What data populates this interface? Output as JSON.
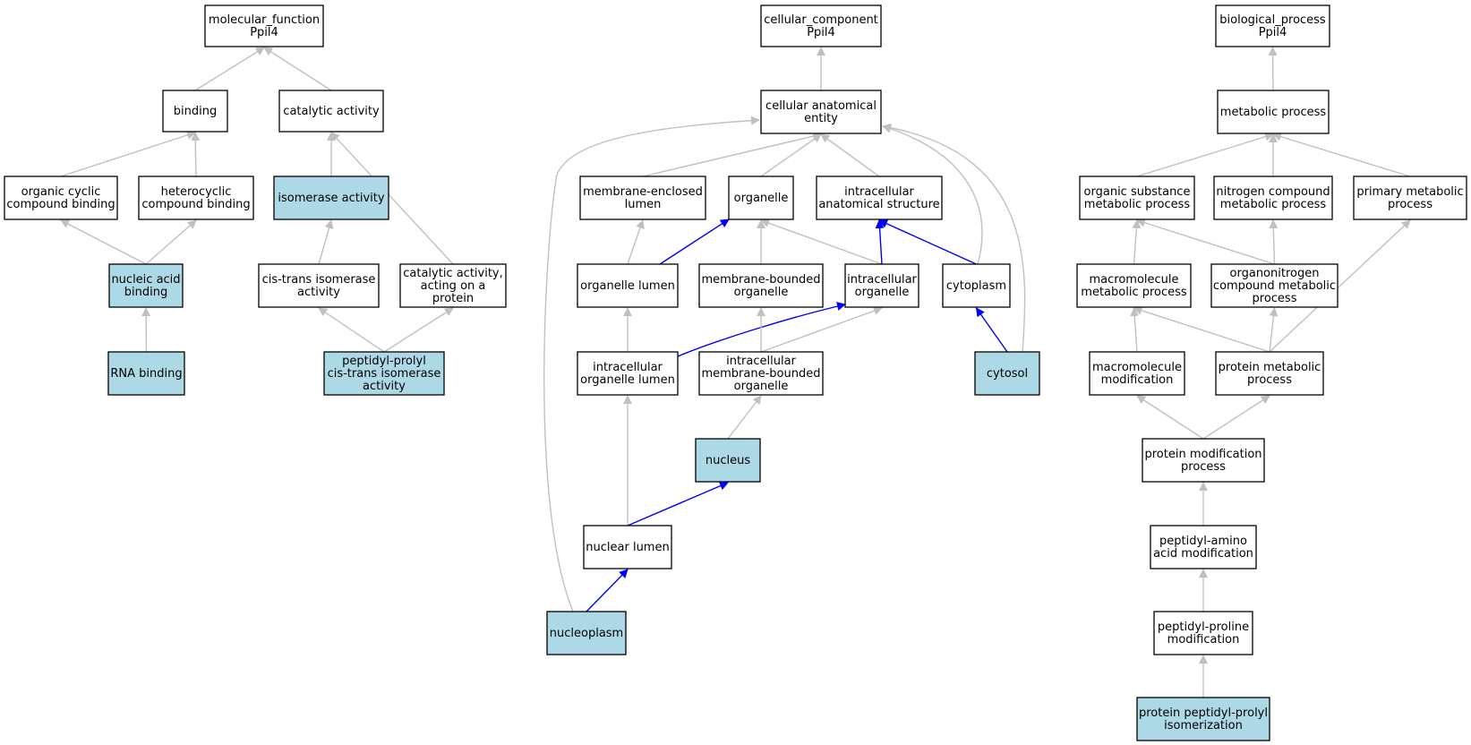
{
  "colors": {
    "highlight_fill": "#add8e6",
    "default_fill": "#ffffff",
    "edge_gray": "#c0c0c0",
    "edge_blue": "#0000ff"
  },
  "nodes": [
    {
      "id": "mf_root",
      "lines": [
        "molecular_function",
        "Ppil4"
      ],
      "highlight": false
    },
    {
      "id": "binding",
      "lines": [
        "binding"
      ],
      "highlight": false
    },
    {
      "id": "catalytic_activity",
      "lines": [
        "catalytic activity"
      ],
      "highlight": false
    },
    {
      "id": "organic_cyclic_binding",
      "lines": [
        "organic cyclic",
        "compound binding"
      ],
      "highlight": false
    },
    {
      "id": "heterocyclic_binding",
      "lines": [
        "heterocyclic",
        "compound binding"
      ],
      "highlight": false
    },
    {
      "id": "isomerase_activity",
      "lines": [
        "isomerase activity"
      ],
      "highlight": true
    },
    {
      "id": "nucleic_acid_binding",
      "lines": [
        "nucleic acid",
        "binding"
      ],
      "highlight": true
    },
    {
      "id": "cis_trans_isomerase",
      "lines": [
        "cis-trans isomerase",
        "activity"
      ],
      "highlight": false
    },
    {
      "id": "catalytic_on_protein",
      "lines": [
        "catalytic activity,",
        "acting on a",
        "protein"
      ],
      "highlight": false
    },
    {
      "id": "rna_binding",
      "lines": [
        "RNA binding"
      ],
      "highlight": true
    },
    {
      "id": "ppiase_activity",
      "lines": [
        "peptidyl-prolyl",
        "cis-trans isomerase",
        "activity"
      ],
      "highlight": true
    },
    {
      "id": "cc_root",
      "lines": [
        "cellular_component",
        "Ppil4"
      ],
      "highlight": false
    },
    {
      "id": "cellular_anatomical_entity",
      "lines": [
        "cellular anatomical",
        "entity"
      ],
      "highlight": false
    },
    {
      "id": "membrane_enclosed_lumen",
      "lines": [
        "membrane-enclosed",
        "lumen"
      ],
      "highlight": false
    },
    {
      "id": "organelle",
      "lines": [
        "organelle"
      ],
      "highlight": false
    },
    {
      "id": "intracellular_anatomical_structure",
      "lines": [
        "intracellular",
        "anatomical structure"
      ],
      "highlight": false
    },
    {
      "id": "organelle_lumen",
      "lines": [
        "organelle lumen"
      ],
      "highlight": false
    },
    {
      "id": "membrane_bounded_organelle",
      "lines": [
        "membrane-bounded",
        "organelle"
      ],
      "highlight": false
    },
    {
      "id": "intracellular_organelle",
      "lines": [
        "intracellular",
        "organelle"
      ],
      "highlight": false
    },
    {
      "id": "cytoplasm",
      "lines": [
        "cytoplasm"
      ],
      "highlight": false
    },
    {
      "id": "intracellular_organelle_lumen",
      "lines": [
        "intracellular",
        "organelle lumen"
      ],
      "highlight": false
    },
    {
      "id": "intracellular_membrane_bounded_organelle",
      "lines": [
        "intracellular",
        "membrane-bounded",
        "organelle"
      ],
      "highlight": false
    },
    {
      "id": "cytosol",
      "lines": [
        "cytosol"
      ],
      "highlight": true
    },
    {
      "id": "nucleus",
      "lines": [
        "nucleus"
      ],
      "highlight": true
    },
    {
      "id": "nuclear_lumen",
      "lines": [
        "nuclear lumen"
      ],
      "highlight": false
    },
    {
      "id": "nucleoplasm",
      "lines": [
        "nucleoplasm"
      ],
      "highlight": true
    },
    {
      "id": "bp_root",
      "lines": [
        "biological_process",
        "Ppil4"
      ],
      "highlight": false
    },
    {
      "id": "metabolic_process",
      "lines": [
        "metabolic process"
      ],
      "highlight": false
    },
    {
      "id": "organic_substance_metabolic",
      "lines": [
        "organic substance",
        "metabolic process"
      ],
      "highlight": false
    },
    {
      "id": "nitrogen_compound_metabolic",
      "lines": [
        "nitrogen compound",
        "metabolic process"
      ],
      "highlight": false
    },
    {
      "id": "primary_metabolic",
      "lines": [
        "primary metabolic",
        "process"
      ],
      "highlight": false
    },
    {
      "id": "macromolecule_metabolic",
      "lines": [
        "macromolecule",
        "metabolic process"
      ],
      "highlight": false
    },
    {
      "id": "organonitrogen_metabolic",
      "lines": [
        "organonitrogen",
        "compound metabolic",
        "process"
      ],
      "highlight": false
    },
    {
      "id": "macromolecule_modification",
      "lines": [
        "macromolecule",
        "modification"
      ],
      "highlight": false
    },
    {
      "id": "protein_metabolic",
      "lines": [
        "protein metabolic",
        "process"
      ],
      "highlight": false
    },
    {
      "id": "protein_modification",
      "lines": [
        "protein modification",
        "process"
      ],
      "highlight": false
    },
    {
      "id": "peptidyl_amino_acid_modification",
      "lines": [
        "peptidyl-amino",
        "acid modification"
      ],
      "highlight": false
    },
    {
      "id": "peptidyl_proline_modification",
      "lines": [
        "peptidyl-proline",
        "modification"
      ],
      "highlight": false
    },
    {
      "id": "protein_ppiase_isomerization",
      "lines": [
        "protein peptidyl-prolyl",
        "isomerization"
      ],
      "highlight": true
    }
  ],
  "edges": [
    {
      "from": "binding",
      "to": "mf_root",
      "color": "gray"
    },
    {
      "from": "catalytic_activity",
      "to": "mf_root",
      "color": "gray"
    },
    {
      "from": "organic_cyclic_binding",
      "to": "binding",
      "color": "gray"
    },
    {
      "from": "heterocyclic_binding",
      "to": "binding",
      "color": "gray"
    },
    {
      "from": "isomerase_activity",
      "to": "catalytic_activity",
      "color": "gray"
    },
    {
      "from": "catalytic_on_protein",
      "to": "catalytic_activity",
      "color": "gray"
    },
    {
      "from": "nucleic_acid_binding",
      "to": "organic_cyclic_binding",
      "color": "gray"
    },
    {
      "from": "nucleic_acid_binding",
      "to": "heterocyclic_binding",
      "color": "gray"
    },
    {
      "from": "cis_trans_isomerase",
      "to": "isomerase_activity",
      "color": "gray"
    },
    {
      "from": "rna_binding",
      "to": "nucleic_acid_binding",
      "color": "gray"
    },
    {
      "from": "ppiase_activity",
      "to": "cis_trans_isomerase",
      "color": "gray"
    },
    {
      "from": "ppiase_activity",
      "to": "catalytic_on_protein",
      "color": "gray"
    },
    {
      "from": "cellular_anatomical_entity",
      "to": "cc_root",
      "color": "gray"
    },
    {
      "from": "membrane_enclosed_lumen",
      "to": "cellular_anatomical_entity",
      "color": "gray"
    },
    {
      "from": "organelle",
      "to": "cellular_anatomical_entity",
      "color": "gray"
    },
    {
      "from": "intracellular_anatomical_structure",
      "to": "cellular_anatomical_entity",
      "color": "gray"
    },
    {
      "from": "cytoplasm",
      "to": "cellular_anatomical_entity",
      "color": "gray"
    },
    {
      "from": "cytosol",
      "to": "cellular_anatomical_entity",
      "color": "gray"
    },
    {
      "from": "nucleoplasm",
      "to": "cellular_anatomical_entity",
      "color": "gray"
    },
    {
      "from": "organelle_lumen",
      "to": "membrane_enclosed_lumen",
      "color": "gray"
    },
    {
      "from": "organelle_lumen",
      "to": "organelle",
      "color": "blue"
    },
    {
      "from": "membrane_bounded_organelle",
      "to": "organelle",
      "color": "gray"
    },
    {
      "from": "intracellular_organelle",
      "to": "organelle",
      "color": "gray"
    },
    {
      "from": "intracellular_organelle",
      "to": "intracellular_anatomical_structure",
      "color": "blue"
    },
    {
      "from": "cytoplasm",
      "to": "intracellular_anatomical_structure",
      "color": "blue"
    },
    {
      "from": "intracellular_organelle_lumen",
      "to": "organelle_lumen",
      "color": "gray"
    },
    {
      "from": "intracellular_organelle_lumen",
      "to": "intracellular_organelle",
      "color": "blue"
    },
    {
      "from": "intracellular_membrane_bounded_organelle",
      "to": "membrane_bounded_organelle",
      "color": "gray"
    },
    {
      "from": "intracellular_membrane_bounded_organelle",
      "to": "intracellular_organelle",
      "color": "gray"
    },
    {
      "from": "cytosol",
      "to": "cytoplasm",
      "color": "blue"
    },
    {
      "from": "nucleus",
      "to": "intracellular_membrane_bounded_organelle",
      "color": "gray"
    },
    {
      "from": "nuclear_lumen",
      "to": "intracellular_organelle_lumen",
      "color": "gray"
    },
    {
      "from": "nuclear_lumen",
      "to": "nucleus",
      "color": "blue"
    },
    {
      "from": "nucleoplasm",
      "to": "nuclear_lumen",
      "color": "blue"
    },
    {
      "from": "metabolic_process",
      "to": "bp_root",
      "color": "gray"
    },
    {
      "from": "organic_substance_metabolic",
      "to": "metabolic_process",
      "color": "gray"
    },
    {
      "from": "nitrogen_compound_metabolic",
      "to": "metabolic_process",
      "color": "gray"
    },
    {
      "from": "primary_metabolic",
      "to": "metabolic_process",
      "color": "gray"
    },
    {
      "from": "macromolecule_metabolic",
      "to": "organic_substance_metabolic",
      "color": "gray"
    },
    {
      "from": "organonitrogen_metabolic",
      "to": "organic_substance_metabolic",
      "color": "gray"
    },
    {
      "from": "organonitrogen_metabolic",
      "to": "nitrogen_compound_metabolic",
      "color": "gray"
    },
    {
      "from": "macromolecule_modification",
      "to": "macromolecule_metabolic",
      "color": "gray"
    },
    {
      "from": "protein_metabolic",
      "to": "macromolecule_metabolic",
      "color": "gray"
    },
    {
      "from": "protein_metabolic",
      "to": "organonitrogen_metabolic",
      "color": "gray"
    },
    {
      "from": "protein_metabolic",
      "to": "primary_metabolic",
      "color": "gray"
    },
    {
      "from": "protein_modification",
      "to": "macromolecule_modification",
      "color": "gray"
    },
    {
      "from": "protein_modification",
      "to": "protein_metabolic",
      "color": "gray"
    },
    {
      "from": "peptidyl_amino_acid_modification",
      "to": "protein_modification",
      "color": "gray"
    },
    {
      "from": "peptidyl_proline_modification",
      "to": "peptidyl_amino_acid_modification",
      "color": "gray"
    },
    {
      "from": "protein_ppiase_isomerization",
      "to": "peptidyl_proline_modification",
      "color": "gray"
    }
  ]
}
